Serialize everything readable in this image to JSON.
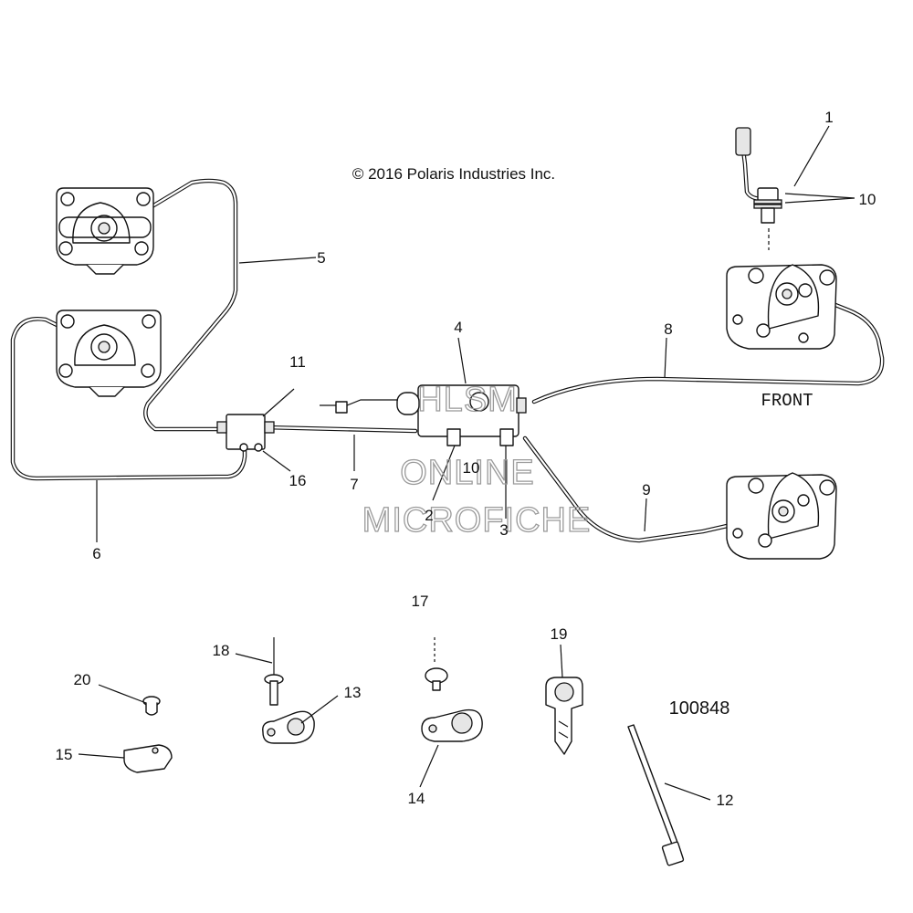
{
  "copyright": "© 2016 Polaris Industries Inc.",
  "front_label": "FRONT",
  "diagram_number": "100848",
  "watermark": {
    "line1": "HLSM",
    "line2": "ONLINE",
    "line3": "MICROFICHE"
  },
  "callouts": {
    "c1": "1",
    "c2": "2",
    "c3": "3",
    "c4": "4",
    "c5": "5",
    "c6": "6",
    "c7": "7",
    "c8": "8",
    "c9": "9",
    "c10a": "10",
    "c10b": "10",
    "c11": "11",
    "c12": "12",
    "c13": "13",
    "c14": "14",
    "c15": "15",
    "c16": "16",
    "c17": "17",
    "c18": "18",
    "c19": "19",
    "c20": "20"
  }
}
